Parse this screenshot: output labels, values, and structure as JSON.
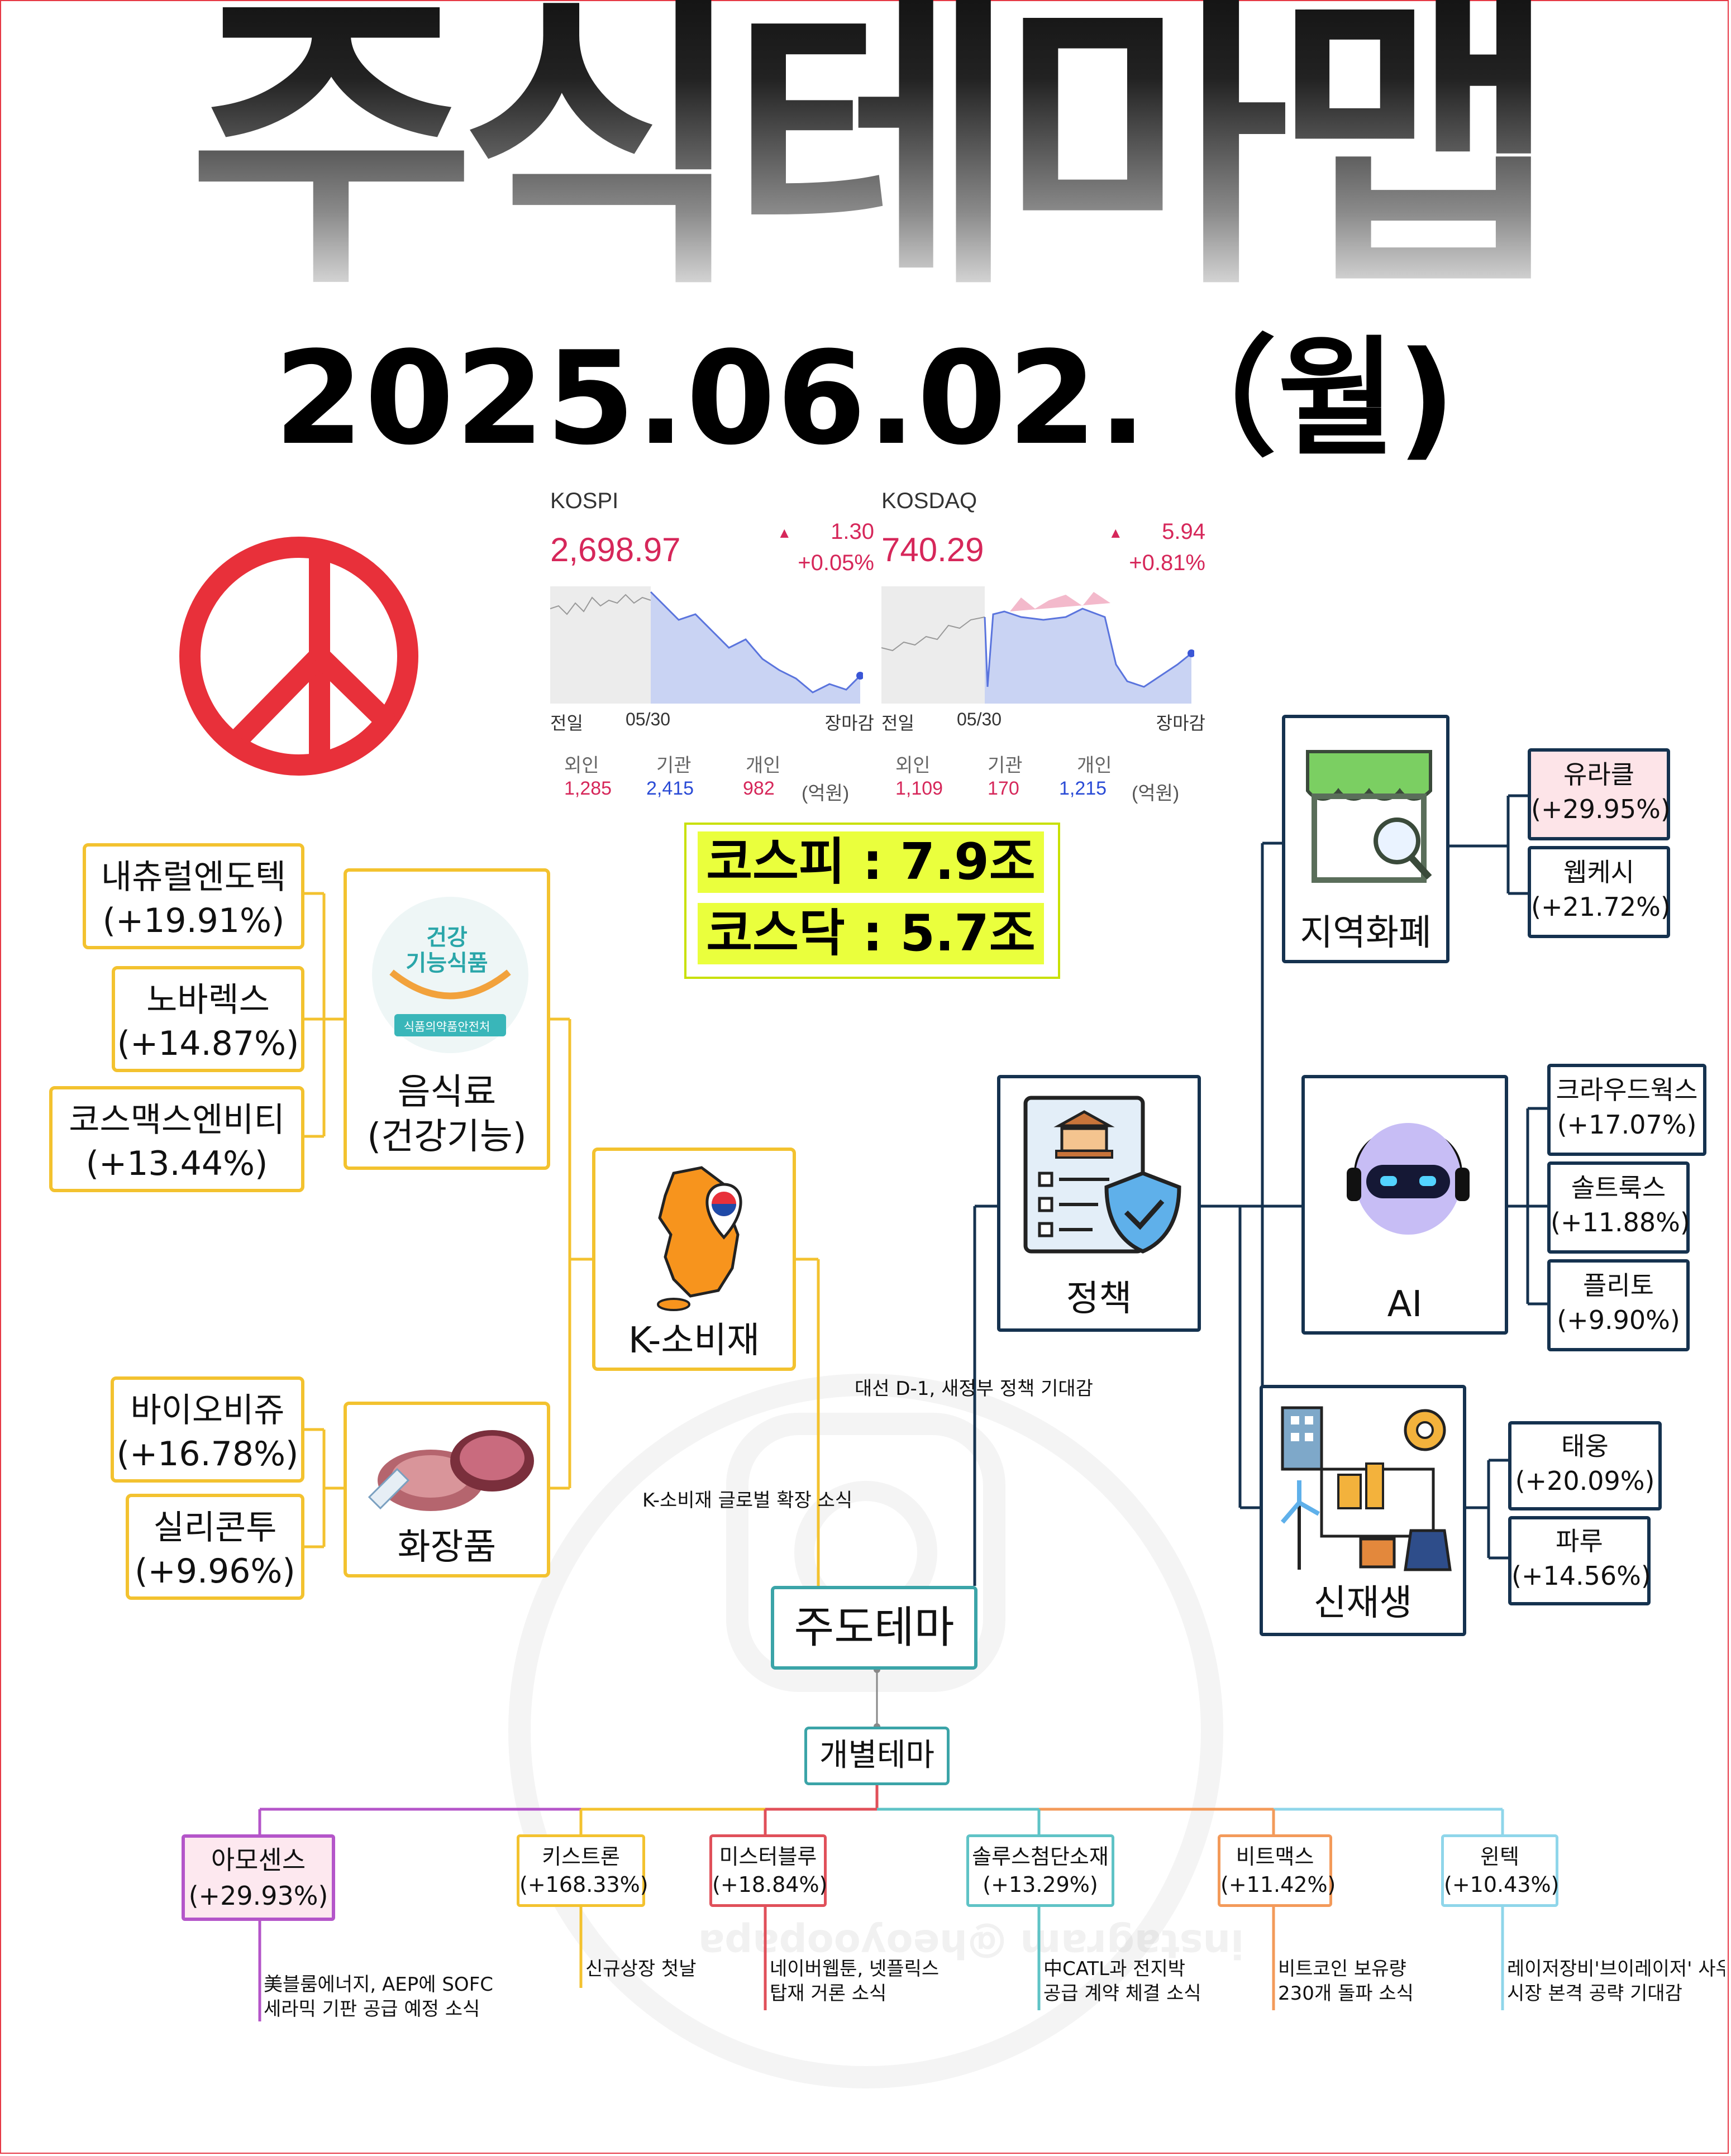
{
  "title": "주식테마맵",
  "date": "2025.06.02.（월)",
  "colors": {
    "up": "#d6275a",
    "down": "#2a4bd6",
    "accent_yellow": "#f3c22f",
    "navy": "#15324f",
    "teal": "#3ba4a8"
  },
  "markets": [
    {
      "name": "KOSPI",
      "value": "2,698.97",
      "change": "1.30",
      "change_pct": "+0.05%",
      "axis": [
        "전일",
        "05/30",
        "장마감"
      ],
      "flow_labels": [
        "외인",
        "기관",
        "개인"
      ],
      "flow_values": [
        "1,285",
        "2,415",
        "982"
      ],
      "flow_unit": "(억원)"
    },
    {
      "name": "KOSDAQ",
      "value": "740.29",
      "change": "5.94",
      "change_pct": "+0.81%",
      "axis": [
        "전일",
        "05/30",
        "장마감"
      ],
      "flow_labels": [
        "외인",
        "기관",
        "개인"
      ],
      "flow_values": [
        "1,109",
        "170",
        "1,215"
      ],
      "flow_unit": "(억원)"
    }
  ],
  "volume": {
    "kospi": "코스피 : 7.9조",
    "kosdaq": "코스닥 :  5.7조"
  },
  "left": {
    "food": {
      "label_line1": "음식료",
      "label_line2": "(건강기능)",
      "logo_line1": "건강",
      "logo_line2": "기능식품",
      "logo_caption": "식품의약품안전처",
      "stocks": [
        {
          "name": "내츄럴엔도텍",
          "pct": "(+19.91%)"
        },
        {
          "name": "노바렉스",
          "pct": "(+14.87%)"
        },
        {
          "name": "코스맥스엔비티",
          "pct": "(+13.44%)"
        }
      ]
    },
    "cosmetics": {
      "label": "화장품",
      "stocks": [
        {
          "name": "바이오비쥬",
          "pct": "(+16.78%)"
        },
        {
          "name": "실리콘투",
          "pct": "(+9.96%)"
        }
      ]
    },
    "consumer": {
      "label": "K-소비재"
    },
    "note": "K-소비재 글로벌 확장 소식"
  },
  "right": {
    "policy": {
      "label": "정책"
    },
    "note": "대선 D-1, 새정부 정책 기대감",
    "currency": {
      "label": "지역화폐",
      "stocks": [
        {
          "name": "유라클",
          "pct": "(+29.95%)"
        },
        {
          "name": "웹케시",
          "pct": "(+21.72%)"
        }
      ]
    },
    "ai": {
      "label": "AI",
      "stocks": [
        {
          "name": "크라우드웍스",
          "pct": "(+17.07%)"
        },
        {
          "name": "솔트룩스",
          "pct": "(+11.88%)"
        },
        {
          "name": "플리토",
          "pct": "(+9.90%)"
        }
      ]
    },
    "renew": {
      "label": "신재생",
      "stocks": [
        {
          "name": "태웅",
          "pct": "(+20.09%)"
        },
        {
          "name": "파루",
          "pct": "(+14.56%)"
        }
      ]
    }
  },
  "leading": "주도테마",
  "individual": {
    "label": "개별테마",
    "items": [
      {
        "name": "아모센스",
        "pct": "(+29.93%)",
        "note1": "美블룸에너지, AEP에 SOFC",
        "note2": "세라믹 기판 공급 예정 소식",
        "color": "#b455c9"
      },
      {
        "name": "키스트론",
        "pct": "(+168.33%)",
        "note1": "신규상장 첫날",
        "note2": "",
        "color": "#f3c22f"
      },
      {
        "name": "미스터블루",
        "pct": "(+18.84%)",
        "note1": "네이버웹툰, 넷플릭스",
        "note2": "탑재 거론 소식",
        "color": "#e0505a"
      },
      {
        "name": "솔루스첨단소재",
        "pct": "(+13.29%)",
        "note1": "中CATL과 전지박",
        "note2": "공급 계약 체결 소식",
        "color": "#5fc3c6"
      },
      {
        "name": "비트맥스",
        "pct": "(+11.42%)",
        "note1": "비트코인 보유량",
        "note2": "230개 돌파 소식",
        "color": "#f39a5a"
      },
      {
        "name": "윈텍",
        "pct": "(+10.43%)",
        "note1": "레이저장비'브이레이저' 사우",
        "note2": "시장 본격 공략 기대감",
        "color": "#8fd6ea"
      }
    ]
  },
  "watermark": "instagram @heoyoopapa"
}
